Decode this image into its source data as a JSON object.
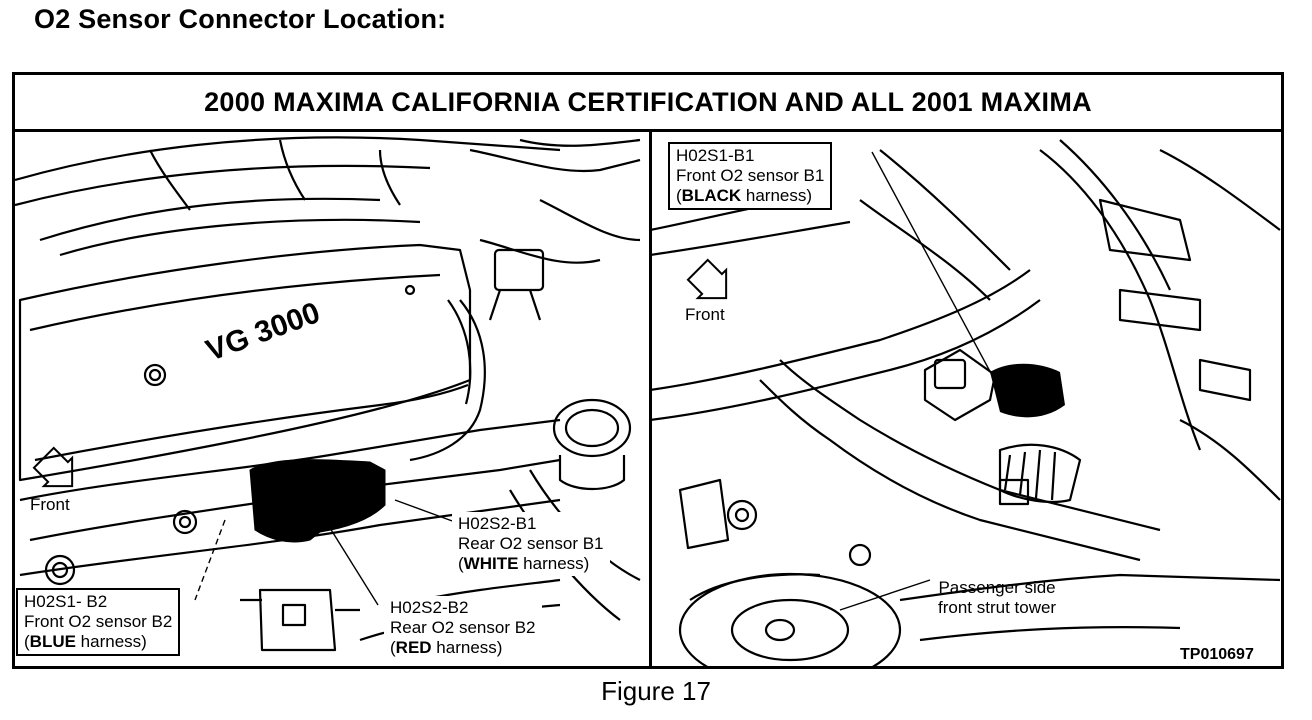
{
  "page_title": "O2 Sensor Connector Location:",
  "banner_title": "2000 MAXIMA CALIFORNIA CERTIFICATION AND ALL 2001 MAXIMA",
  "left_panel": {
    "engine_badge": "VG 3000",
    "front_label": "Front",
    "callouts": {
      "h02s2_b1": {
        "code": "H02S2-B1",
        "desc": "Rear O2 sensor B1",
        "harness_color": "WHITE",
        "harness_suffix": " harness)"
      },
      "h02s1_b2": {
        "code": "H02S1- B2",
        "desc": "Front O2 sensor B2",
        "harness_color": "BLUE",
        "harness_suffix": " harness)"
      },
      "h02s2_b2": {
        "code": "H02S2-B2",
        "desc": "Rear O2 sensor B2",
        "harness_color": "RED",
        "harness_suffix": " harness)"
      }
    }
  },
  "right_panel": {
    "front_label": "Front",
    "callouts": {
      "h02s1_b1": {
        "code": "H02S1-B1",
        "desc": "Front O2 sensor B1",
        "harness_color": "BLACK",
        "harness_suffix": " harness)"
      },
      "strut": {
        "line1": "Passenger side",
        "line2": "front strut tower"
      }
    },
    "ref_code": "TP010697"
  },
  "figure_caption": "Figure 17"
}
